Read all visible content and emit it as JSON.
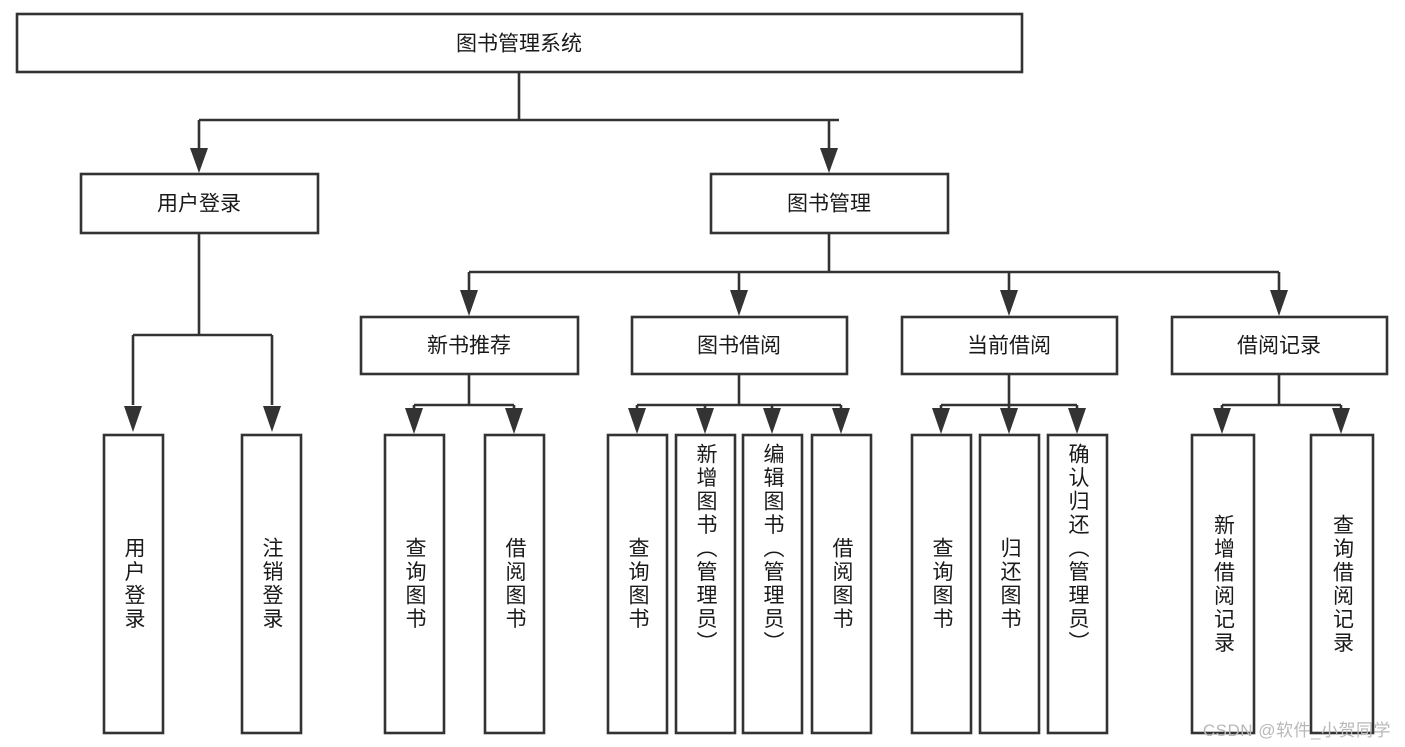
{
  "diagram": {
    "title": "图书管理系统",
    "type": "tree",
    "root": {
      "label": "图书管理系统"
    },
    "level2": [
      {
        "label": "用户登录"
      },
      {
        "label": "图书管理"
      }
    ],
    "level3": [
      {
        "label": "新书推荐",
        "parent": "图书管理"
      },
      {
        "label": "图书借阅",
        "parent": "图书管理"
      },
      {
        "label": "当前借阅",
        "parent": "图书管理"
      },
      {
        "label": "借阅记录",
        "parent": "图书管理"
      }
    ],
    "leaves_user_login": [
      {
        "label": "用户登录"
      },
      {
        "label": "注销登录"
      }
    ],
    "leaves_new_book": [
      {
        "label": "查询图书"
      },
      {
        "label": "借阅图书"
      }
    ],
    "leaves_borrow": [
      {
        "label": "查询图书"
      },
      {
        "label": "新增图书（管理员）"
      },
      {
        "label": "编辑图书（管理员）"
      },
      {
        "label": "借阅图书"
      }
    ],
    "leaves_current": [
      {
        "label": "查询图书"
      },
      {
        "label": "归还图书"
      },
      {
        "label": "确认归还（管理员）"
      }
    ],
    "leaves_records": [
      {
        "label": "新增借阅记录"
      },
      {
        "label": "查询借阅记录"
      }
    ]
  },
  "watermark": {
    "text": "CSDN @软件_小贺同学"
  },
  "colors": {
    "stroke": "#333333",
    "fill": "#ffffff",
    "text": "#1a1a1a",
    "watermark": "#b8b8b8"
  }
}
